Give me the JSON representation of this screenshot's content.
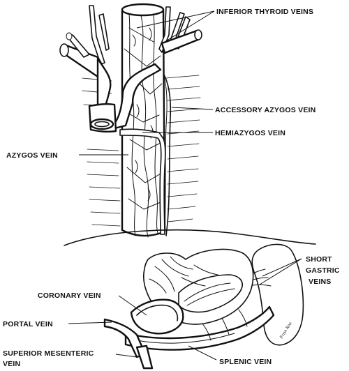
{
  "labels": {
    "inferior_thyroid_veins": "INFERIOR THYROID VEINS",
    "accessory_azygos_vein": "ACCESSORY AZYGOS VEIN",
    "hemiazygos_vein": "HEMIAZYGOS VEIN",
    "azygos_vein": "AZYGOS VEIN",
    "short_gastric_veins_line1": "SHORT",
    "short_gastric_veins_line2": "GASTRIC",
    "short_gastric_veins_line3": "VEINS",
    "coronary_vein": "CORONARY VEIN",
    "portal_vein": "PORTAL VEIN",
    "superior_mesenteric_vein_line1": "SUPERIOR MESENTERIC",
    "superior_mesenteric_vein_line2": "VEIN",
    "splenic_vein": "SPLENIC VEIN"
  },
  "signature": "Fran Rea",
  "colors": {
    "ink": "#111111",
    "background": "#ffffff"
  }
}
